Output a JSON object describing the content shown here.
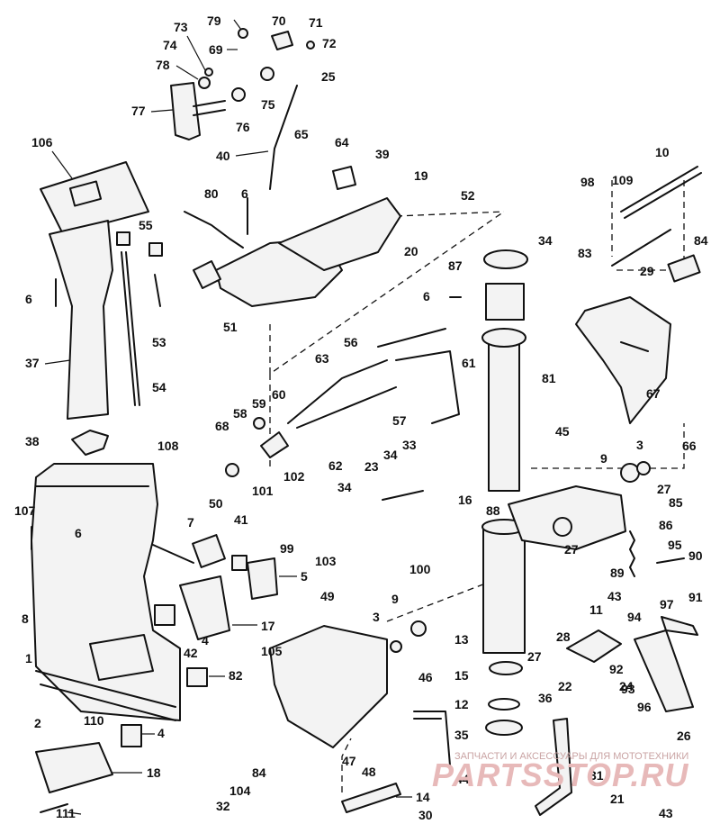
{
  "diagram": {
    "callouts": [
      "1",
      "2",
      "3",
      "3",
      "4",
      "4",
      "5",
      "6",
      "6",
      "6",
      "6",
      "7",
      "8",
      "9",
      "9",
      "10",
      "11",
      "12",
      "13",
      "14",
      "15",
      "16",
      "17",
      "18",
      "19",
      "20",
      "21",
      "22",
      "23",
      "24",
      "25",
      "26",
      "27",
      "27",
      "27",
      "28",
      "29",
      "30",
      "31",
      "32",
      "33",
      "34",
      "34",
      "34",
      "34",
      "35",
      "36",
      "37",
      "38",
      "39",
      "40",
      "41",
      "42",
      "43",
      "43",
      "44",
      "45",
      "46",
      "47",
      "48",
      "49",
      "50",
      "51",
      "52",
      "53",
      "54",
      "55",
      "56",
      "57",
      "58",
      "59",
      "60",
      "61",
      "62",
      "63",
      "64",
      "65",
      "66",
      "67",
      "68",
      "69",
      "70",
      "71",
      "72",
      "73",
      "74",
      "75",
      "76",
      "77",
      "78",
      "79",
      "80",
      "81",
      "82",
      "83",
      "84",
      "84",
      "85",
      "86",
      "87",
      "88",
      "89",
      "90",
      "91",
      "92",
      "93",
      "94",
      "95",
      "96",
      "97",
      "98",
      "99",
      "100",
      "101",
      "102",
      "103",
      "104",
      "105",
      "106",
      "107",
      "108",
      "109",
      "110",
      "111"
    ]
  },
  "watermark": {
    "caption": "ЗАПЧАСТИ И АКСЕССУАРЫ ДЛЯ МОТОТЕХНИКИ",
    "logo": "PARTSSTOP.RU"
  }
}
